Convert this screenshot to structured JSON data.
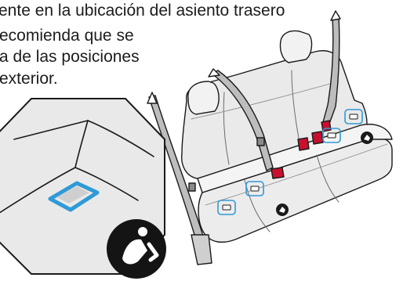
{
  "document": {
    "text_lines": [
      "ente en la ubicación del asiento trasero",
      "ecomienda que se",
      "a de las posiciones",
      "exterior."
    ]
  },
  "colors": {
    "accent": "#2f9ad6",
    "latch_red": "#c8102e",
    "line": "#1a1a1a",
    "seat_fill": "#e9e9e9",
    "belt_fill": "#bdbdbd"
  },
  "icons": [
    "car-seat-symbol-icon",
    "anchor-location-marker-icon"
  ]
}
